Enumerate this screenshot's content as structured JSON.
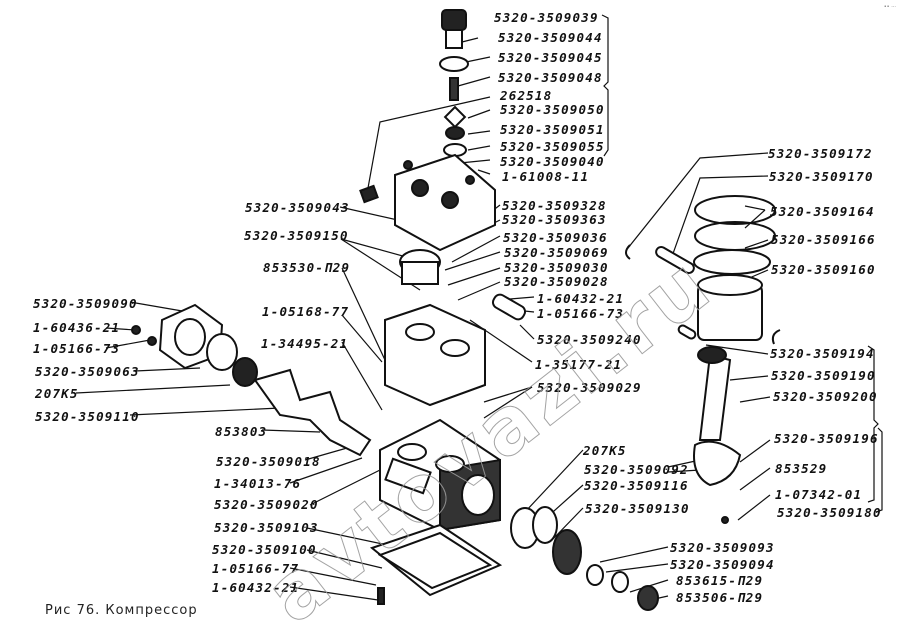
{
  "figure": {
    "caption": "Рис 76. Компрессор",
    "corner_mark": "•• ···",
    "watermark": "avtovazi.ru"
  },
  "labels": {
    "top_valve": [
      "5320-3509039",
      "5320-3509044",
      "5320-3509045",
      "5320-3509048",
      "262518",
      "5320-3509050",
      "5320-3509051",
      "5320-3509055",
      "5320-3509040",
      "1-61008-11"
    ],
    "head_left": [
      "5320-3509043",
      "5320-3509150",
      "853530-П29"
    ],
    "head_right": [
      "5320-3509328",
      "5320-3509363",
      "5320-3509036",
      "5320-3509069",
      "5320-3509030",
      "5320-3509028",
      "1-60432-21",
      "1-05166-73",
      "5320-3509240",
      "1-35177-21",
      "5320-3509029"
    ],
    "left_side": [
      "5320-3509090",
      "1-60436-21",
      "1-05166-73",
      "5320-3509063",
      "207K5",
      "5320-3509110"
    ],
    "middle_left": [
      "1-05168-77",
      "1-34495-21",
      "853803"
    ],
    "bottom_left": [
      "5320-3509018",
      "1-34013-76",
      "5320-3509020",
      "5320-3509103",
      "5320-3509100",
      "1-05166-77",
      "1-60432-21"
    ],
    "bottom_center": [
      "207K5",
      "5320-3509092",
      "5320-3509116",
      "5320-3509130",
      "5320-3509093",
      "5320-3509094",
      "853615-П29",
      "853506-П29"
    ],
    "piston_group": [
      "5320-3509172",
      "5320-3509170",
      "5320-3509164",
      "5320-3509166",
      "5320-3509160",
      "5320-3509194",
      "5320-3509190",
      "5320-3509200",
      "5320-3509196",
      "853529",
      "1-07342-01",
      "5320-3509180"
    ]
  }
}
